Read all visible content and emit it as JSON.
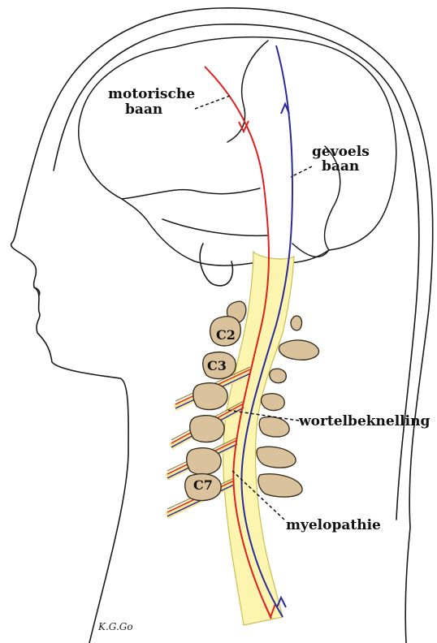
{
  "labels": {
    "motor_line1": "motorische",
    "motor_line2": "baan",
    "sensory_line1": "gevoels",
    "sensory_line2": "baan",
    "root_compression": "wortelbeknelling",
    "myelopathy": "myelopathie"
  },
  "vertebrae": {
    "c2": "C2",
    "c3": "C3",
    "c7": "C7"
  },
  "signature": "K.G.Go",
  "colors": {
    "outline": "#1a1a1a",
    "motor_path": "#e02020",
    "sensory_path": "#2a2a9a",
    "spinal_cord": "#fbf5b0",
    "cord_edge": "#c9bd55",
    "bone": "#d9c29c",
    "bone_edge": "#3a3020",
    "nerve_yellow": "#f3e79a"
  }
}
